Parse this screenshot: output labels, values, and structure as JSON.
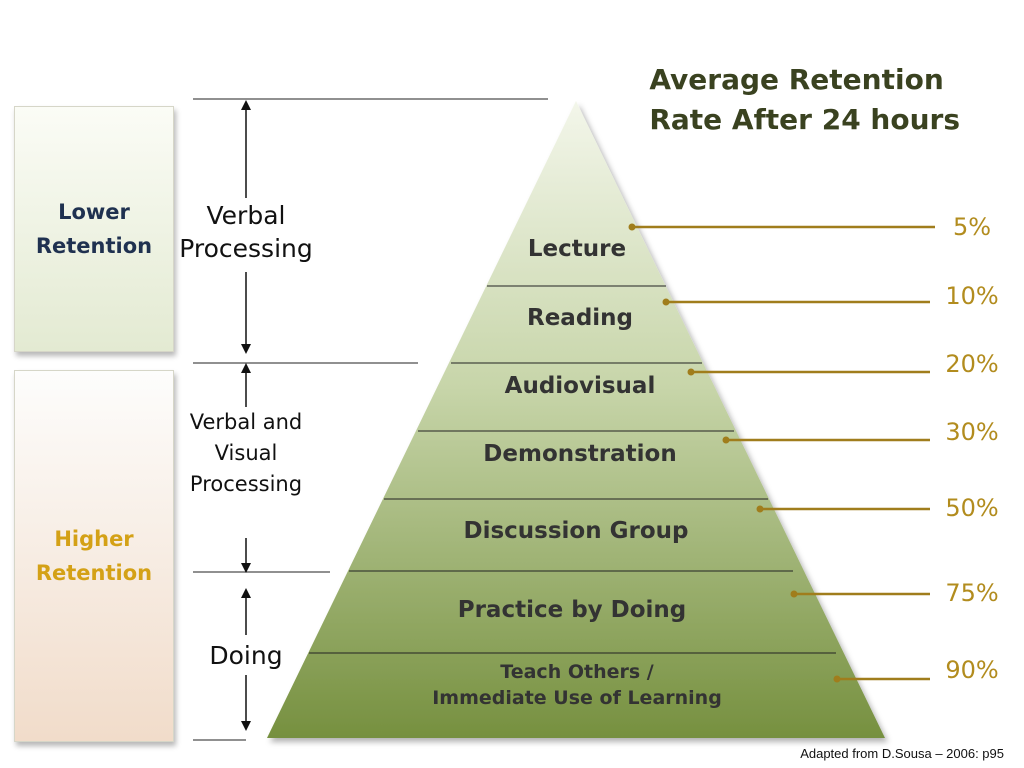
{
  "title": {
    "line1": "Average Retention",
    "line2": "Rate After 24 hours"
  },
  "retention_boxes": {
    "lower": [
      "Lower",
      "Retention"
    ],
    "higher": [
      "Higher",
      "Retention"
    ]
  },
  "processing": {
    "verbal": [
      "Verbal",
      "Processing"
    ],
    "verbal_visual": [
      "Verbal and",
      "Visual",
      "Processing"
    ],
    "doing": "Doing"
  },
  "tiers": [
    {
      "label": "Lecture",
      "percent": "5%"
    },
    {
      "label": "Reading",
      "percent": "10%"
    },
    {
      "label": "Audiovisual",
      "percent": "20%"
    },
    {
      "label": "Demonstration",
      "percent": "30%"
    },
    {
      "label": "Discussion Group",
      "percent": "50%"
    },
    {
      "label": "Practice by Doing",
      "percent": "75%"
    },
    {
      "label": [
        "Teach Others /",
        "Immediate Use of Learning"
      ],
      "percent": "90%"
    }
  ],
  "credit": "Adapted from D.Sousa – 2006: p95",
  "colors": {
    "title": "#3a4220",
    "percent": "#b28c1e",
    "leader_line": "#a07d1c",
    "pyramid_top": "#f3f6ea",
    "pyramid_bottom": "#76903f",
    "lower_text": "#1f3150",
    "higher_text": "#d4a116"
  }
}
